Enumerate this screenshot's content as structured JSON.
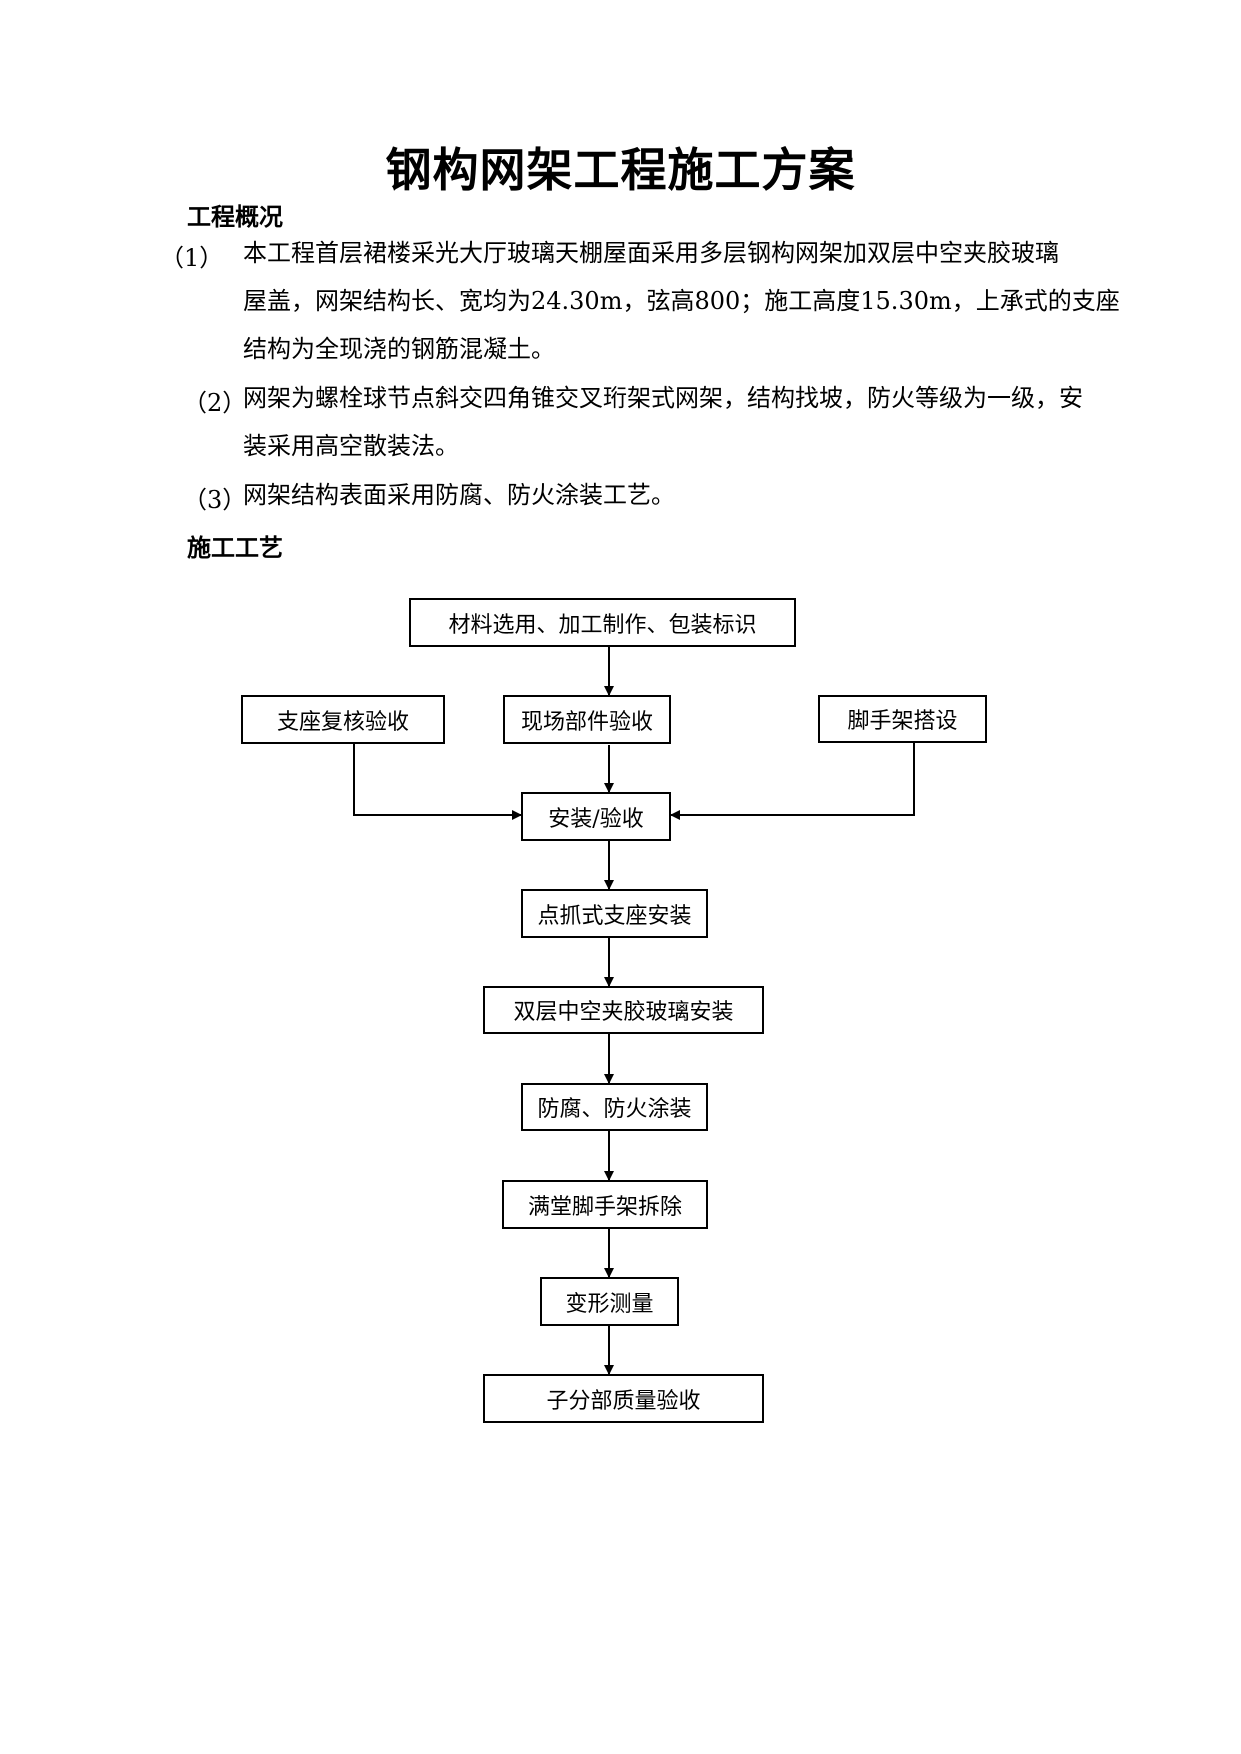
{
  "title": "钢构网架工程施工方案",
  "section1": {
    "heading": "工程概况",
    "items": [
      {
        "num": "（1）",
        "lines": [
          "本工程首层裙楼采光大厅玻璃天棚屋面采用多层钢构网架加双层中空夹胶玻璃",
          "屋盖，网架结构长、宽均为24.30m，弦高800；施工高度15.30m，上承式的支座",
          "结构为全现浇的钢筋混凝土。"
        ]
      },
      {
        "num": "（2）",
        "lines": [
          "网架为螺栓球节点斜交四角锥交叉珩架式网架，结构找坡，防火等级为一级，安",
          "装采用高空散装法。"
        ]
      },
      {
        "num": "（3）",
        "lines": [
          "网架结构表面采用防腐、防火涂装工艺。"
        ]
      }
    ]
  },
  "section2": {
    "heading": "施工工艺"
  },
  "flowchart": {
    "materials": "材料选用、加工制作、包装标识",
    "support_check": "支座复核验收",
    "parts_check": "现场部件验收",
    "scaffold_setup": "脚手架搭设",
    "install_check": "安装/验收",
    "point_support": "点抓式支座安装",
    "glass_install": "双层中空夹胶玻璃安装",
    "coating": "防腐、防火涂装",
    "scaffold_remove": "满堂脚手架拆除",
    "deformation": "变形测量",
    "final_check": "子分部质量验收"
  }
}
